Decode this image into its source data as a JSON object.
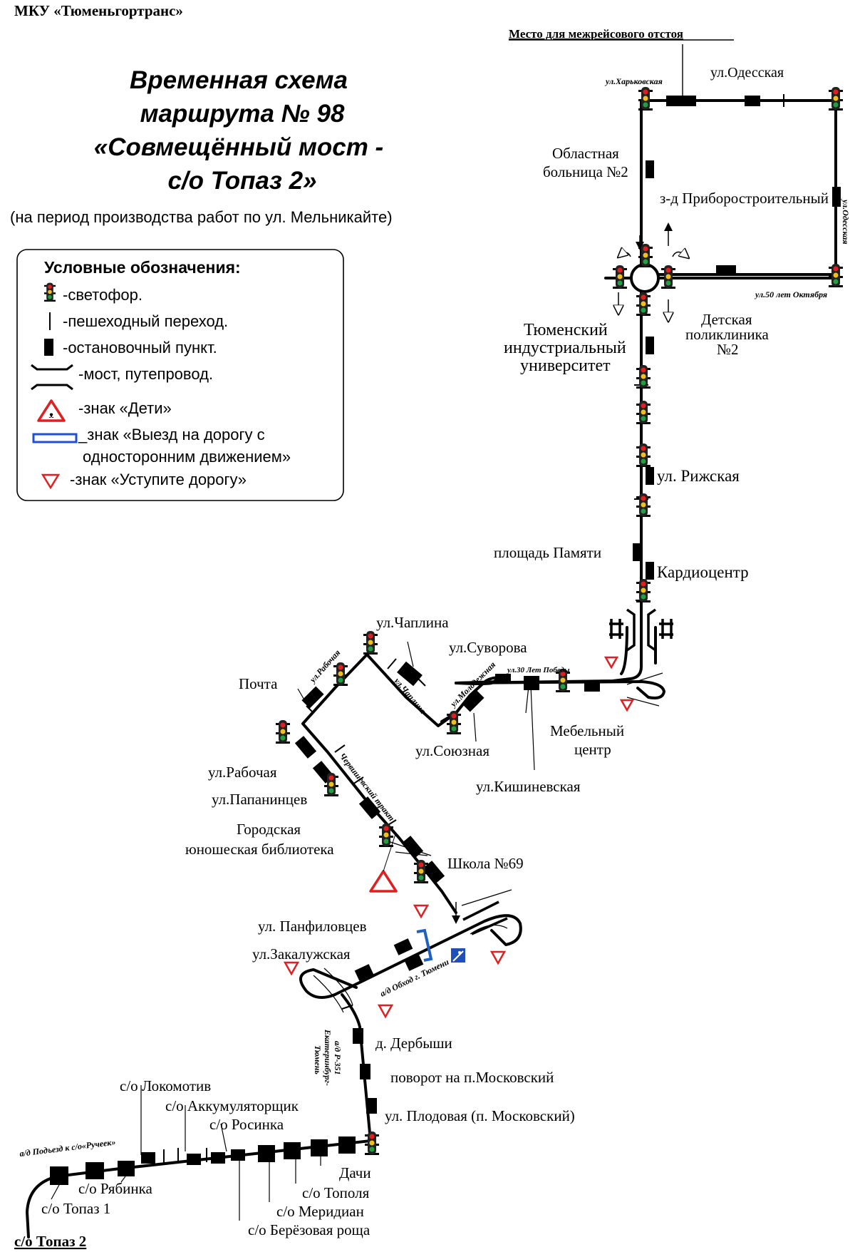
{
  "header": {
    "org": "МКУ «Тюменьгортранс»",
    "layover": "Место для межрейсового отстоя"
  },
  "title": {
    "line1": "Временная схема",
    "line2": "маршрута № 98",
    "line3": "«Совмещённый мост -",
    "line4": "с/о Топаз 2»",
    "subtitle": "(на период производства работ по ул. Мельникайте)"
  },
  "legend": {
    "heading": "Условные обозначения:",
    "traffic_light": "-светофор.",
    "crossing": "-пешеходный переход.",
    "stop": "-остановочный пункт.",
    "bridge": "-мост, путепровод.",
    "children": "-знак «Дети»",
    "oneway_1": "_знак «Выезд на дорогу с",
    "oneway_2": "односторонним движением»",
    "yield": "-знак «Уступите дорогу»"
  },
  "streets": {
    "kharkovskaya": "ул.Харьковская",
    "odesskaya": "ул.Одесская",
    "odesskaya_v": "ул.Одесская",
    "oct50": "ул.50 лет Октября",
    "pobedy30": "ул.30 Лет Победы",
    "rabochaya": "ул.Рабочая",
    "chaplina": "ул.Чаплина",
    "molodezhnaya": "ул.Молодежная",
    "cherv": "Червишевский тракт",
    "obhod": "а/д Обход г. Тюмени",
    "r351_1": "а/д Р-351",
    "r351_2": "Екатеринбург-",
    "r351_3": "Тюмень",
    "podezd": "а/д Подъезд к с/о«Ручеек»"
  },
  "stops": {
    "obl_1": "Областная",
    "obl_2": "больница №2",
    "pribor": "з-д Приборостроительный",
    "tiu_1": "Тюменский",
    "tiu_2": "индустриальный",
    "tiu_3": "университет",
    "det_1": "Детская",
    "det_2": "поликлиника",
    "det_3": "№2",
    "rizhskaya": "ул. Рижская",
    "pamyati": "площадь Памяти",
    "kardio": "Кардиоцентр",
    "chaplina": "ул.Чаплина",
    "suvorova": "ул.Суворова",
    "pochta": "Почта",
    "soyuznaya": "ул.Союзная",
    "mebel_1": "Мебельный",
    "mebel_2": "центр",
    "kishin": "ул.Кишиневская",
    "rabochaya": "ул.Рабочая",
    "papanintsev": "ул.Папанинцев",
    "bib_1": "Городская",
    "bib_2": "юношеская библиотека",
    "school": "Школа №69",
    "panfil": "ул. Панфиловцев",
    "zakaluzh": "ул.Закалужская",
    "derbyshi": "д. Дербыши",
    "moskov": "поворот на п.Московский",
    "plodovaya": "ул. Плодовая (п. Московский)",
    "lokomotiv": "с/о Локомотив",
    "akkum": "с/о Аккумуляторщик",
    "rosinka": "с/о Росинка",
    "dachi": "Дачи",
    "topolya": "с/о Тополя",
    "meridian": "с/о Меридиан",
    "berez": "с/о Берёзовая роща",
    "ryabinka": "с/о Рябинка",
    "topaz1": "с/о Топаз 1",
    "topaz2": "с/о Топаз 2"
  }
}
